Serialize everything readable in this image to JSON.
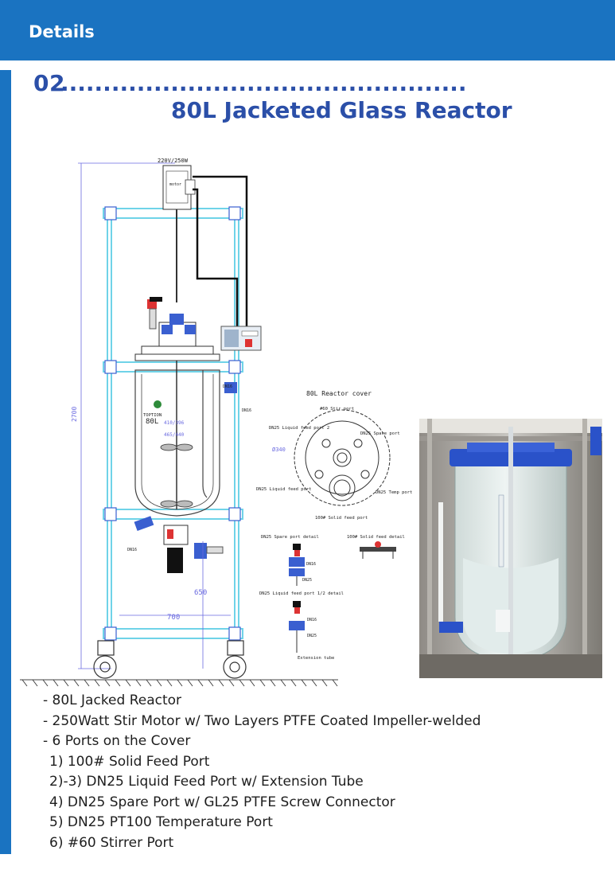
{
  "header": {
    "title": "Details"
  },
  "section": {
    "number": "02",
    "dots": "........................................................................",
    "title": "80L Jacketed Glass Reactor"
  },
  "drawing": {
    "motor_rating": "220V/250W",
    "motor_label": "motor",
    "height_dim": "2700",
    "brand": "TOPTION",
    "capacity": "80L",
    "dim_inner": "410/396",
    "dim_outer": "465/440",
    "dn16_a": "DN16",
    "dn16_b": "DN16",
    "dn16_c": "DN16",
    "base_height": "650",
    "base_width": "700",
    "cover_title": "80L Reactor cover",
    "stir_port": "#60 Stir port",
    "liquid_port_2": "DN25 Liquid feed port 2",
    "spare_port": "DN25 Spare port",
    "diameter": "Ø340",
    "liquid_port_1": "DN25 Liquid feed port",
    "temp_port": "DN25 Temp port",
    "solid_port": "100# Solid feed port",
    "spare_detail": "DN25 Spare port detail",
    "solid_detail": "100# Solid feed detail",
    "dn16_detail": "DN16",
    "dn25_detail": "DN25",
    "liquid_detail": "DN25 Liquid feed port 1/2 detail",
    "dn16_detail_2": "DN16",
    "dn25_detail_2": "DN25",
    "extension_tube": "Extension tube"
  },
  "specs": [
    "- 80L Jacked Reactor",
    "- 250Watt Stir Motor w/ Two Layers PTFE Coated Impeller-welded",
    "- 6 Ports on the Cover",
    "1) 100# Solid Feed Port",
    "2)-3) DN25 Liquid Feed Port w/ Extension Tube",
    "4) DN25 Spare Port w/ GL25 PTFE Screw Connector",
    "5) DN25 PT100 Temperature Port",
    "6) #60 Stirrer Port"
  ],
  "colors": {
    "header": "#1a73c1",
    "heading": "#2b4fa8",
    "frame": "#6fd3e8",
    "flange": "#3a5fd0"
  }
}
